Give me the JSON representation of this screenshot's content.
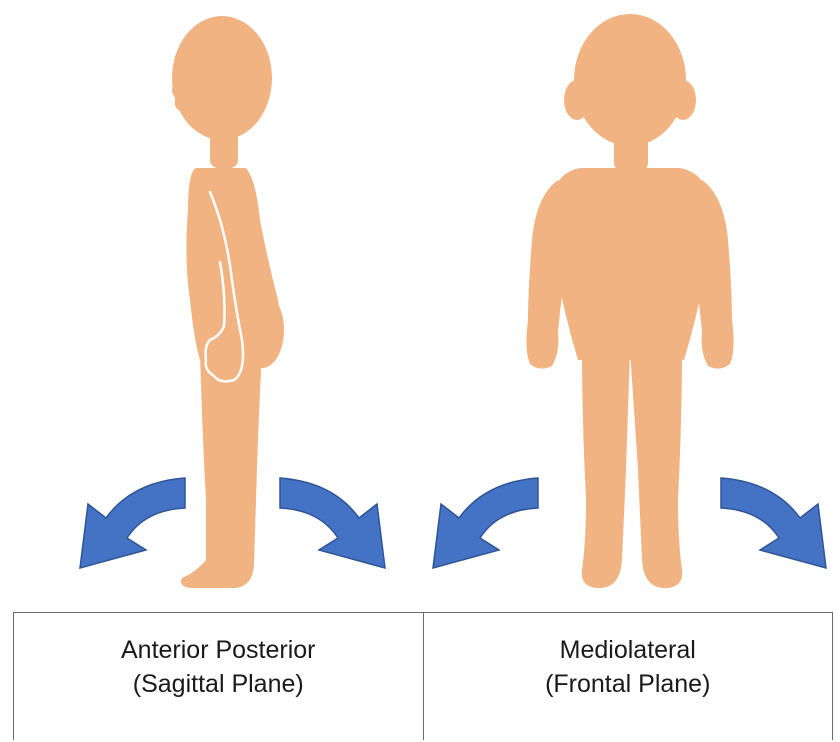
{
  "colors": {
    "skin": "#F2B383",
    "arrow": "#4472C4",
    "arrow_edge": "#2F5597",
    "border": "#6b6b6b",
    "text": "#1a1a1a"
  },
  "figures": [
    {
      "view": "side",
      "icon": "child-side-view"
    },
    {
      "view": "front",
      "icon": "child-front-view"
    }
  ],
  "labels": [
    {
      "line1": "Anterior Posterior",
      "line2": "(Sagittal Plane)"
    },
    {
      "line1": "Mediolateral",
      "line2": "(Frontal Plane)"
    }
  ]
}
